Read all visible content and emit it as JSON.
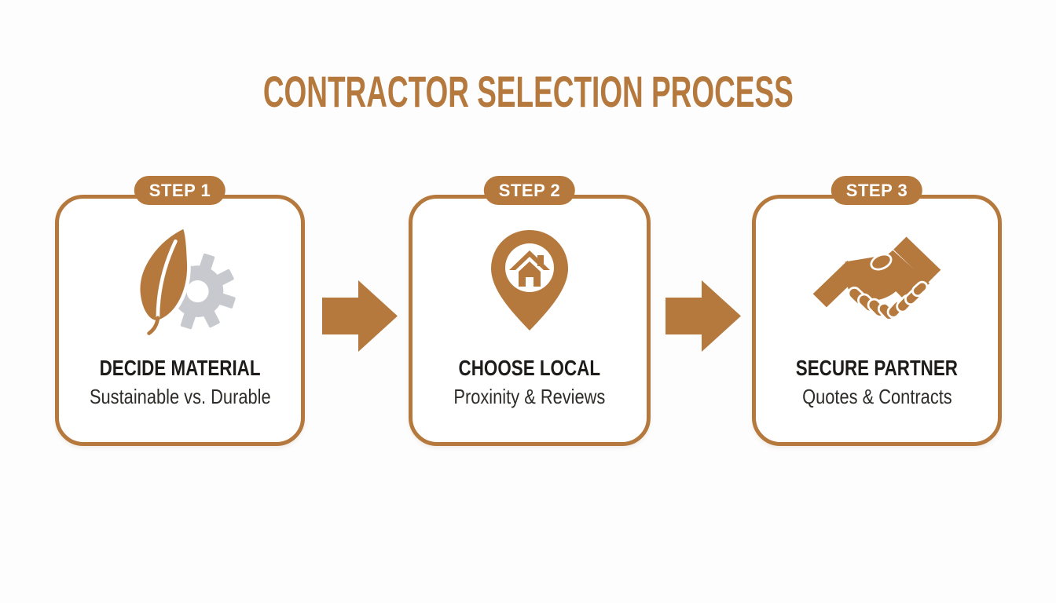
{
  "header": {
    "title": "CONTRACTOR SELECTION PROCESS"
  },
  "colors": {
    "accent": "#B5793E",
    "gear": "#C7C9CE",
    "heading_text": "#1D1C1A",
    "subtitle_text": "#2E2C29",
    "badge_text": "#FFFFFF",
    "background": "#FDFDFD",
    "card_background": "#FFFFFF"
  },
  "steps": [
    {
      "badge": "STEP 1",
      "title": "DECIDE MATERIAL",
      "subtitle": "Sustainable vs. Durable",
      "icon": "leaf-gear-icon"
    },
    {
      "badge": "STEP 2",
      "title": "CHOOSE LOCAL",
      "subtitle": "Proxinity & Reviews",
      "icon": "location-pin-house-icon"
    },
    {
      "badge": "STEP 3",
      "title": "SECURE PARTNER",
      "subtitle": "Quotes & Contracts",
      "icon": "handshake-icon"
    }
  ],
  "arrows": [
    {
      "icon": "right-arrow-icon"
    },
    {
      "icon": "right-arrow-icon"
    }
  ]
}
